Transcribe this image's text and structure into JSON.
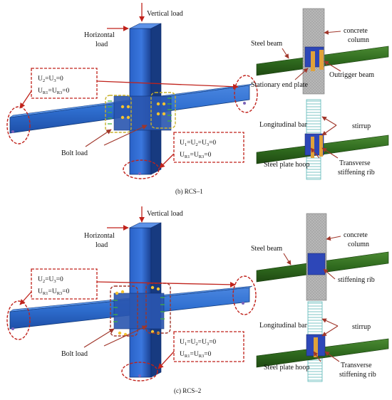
{
  "colors": {
    "column_blue": "#2a62c8",
    "column_dark": "#1a3f8f",
    "beam_blue": "#2f6fd0",
    "steel_green": "#2f6a1e",
    "concrete_gray": "#b3b3b3",
    "annotation_red": "#c0221b",
    "callout_brown": "#a0362a"
  },
  "panel_b": {
    "caption": "(b) RCS–1",
    "vertical_load": "Vertical load",
    "horizontal_load_1": "Horizontal",
    "horizontal_load_2": "load",
    "bc_top": {
      "line1": "U2=U3=0",
      "line2": "UR1=UR3=0"
    },
    "bc_bottom": {
      "line1": "U1=U2=U3=0",
      "line2": "UR1=UR3=0"
    },
    "bolt_load": "Bolt load",
    "detail_labels": {
      "steel_beam": "Steel beam",
      "concrete_column_1": "concrete",
      "concrete_column_2": "column",
      "stationary_end_plate": "Stationary end plate",
      "outrigger_beam": "Outrigger beam",
      "longitudinal_bar": "Longitudinal bar",
      "stirrup": "stirrup",
      "steel_plate_hoop": "Steel plate hoop",
      "transverse_1": "Transverse",
      "transverse_2": "stiffening rib"
    }
  },
  "panel_c": {
    "caption": "(c) RCS–2",
    "vertical_load": "Vertical load",
    "horizontal_load_1": "Horizontal",
    "horizontal_load_2": "load",
    "bc_top": {
      "line1": "U2=U3=0",
      "line2": "UR1=UR3=0"
    },
    "bc_bottom": {
      "line1": "U1=U2=U3=0",
      "line2": "UR1=UR3=0"
    },
    "bolt_load": "Bolt load",
    "detail_labels": {
      "steel_beam": "Steel beam",
      "concrete_column_1": "concrete",
      "concrete_column_2": "column",
      "stiffening_rib": "stiffening rib",
      "longitudinal_bar": "Longitudinal bar",
      "stirrup": "stirrup",
      "steel_plate_hoop": "Steel plate hoop",
      "transverse_1": "Transverse",
      "transverse_2": "stiffening rib"
    }
  }
}
